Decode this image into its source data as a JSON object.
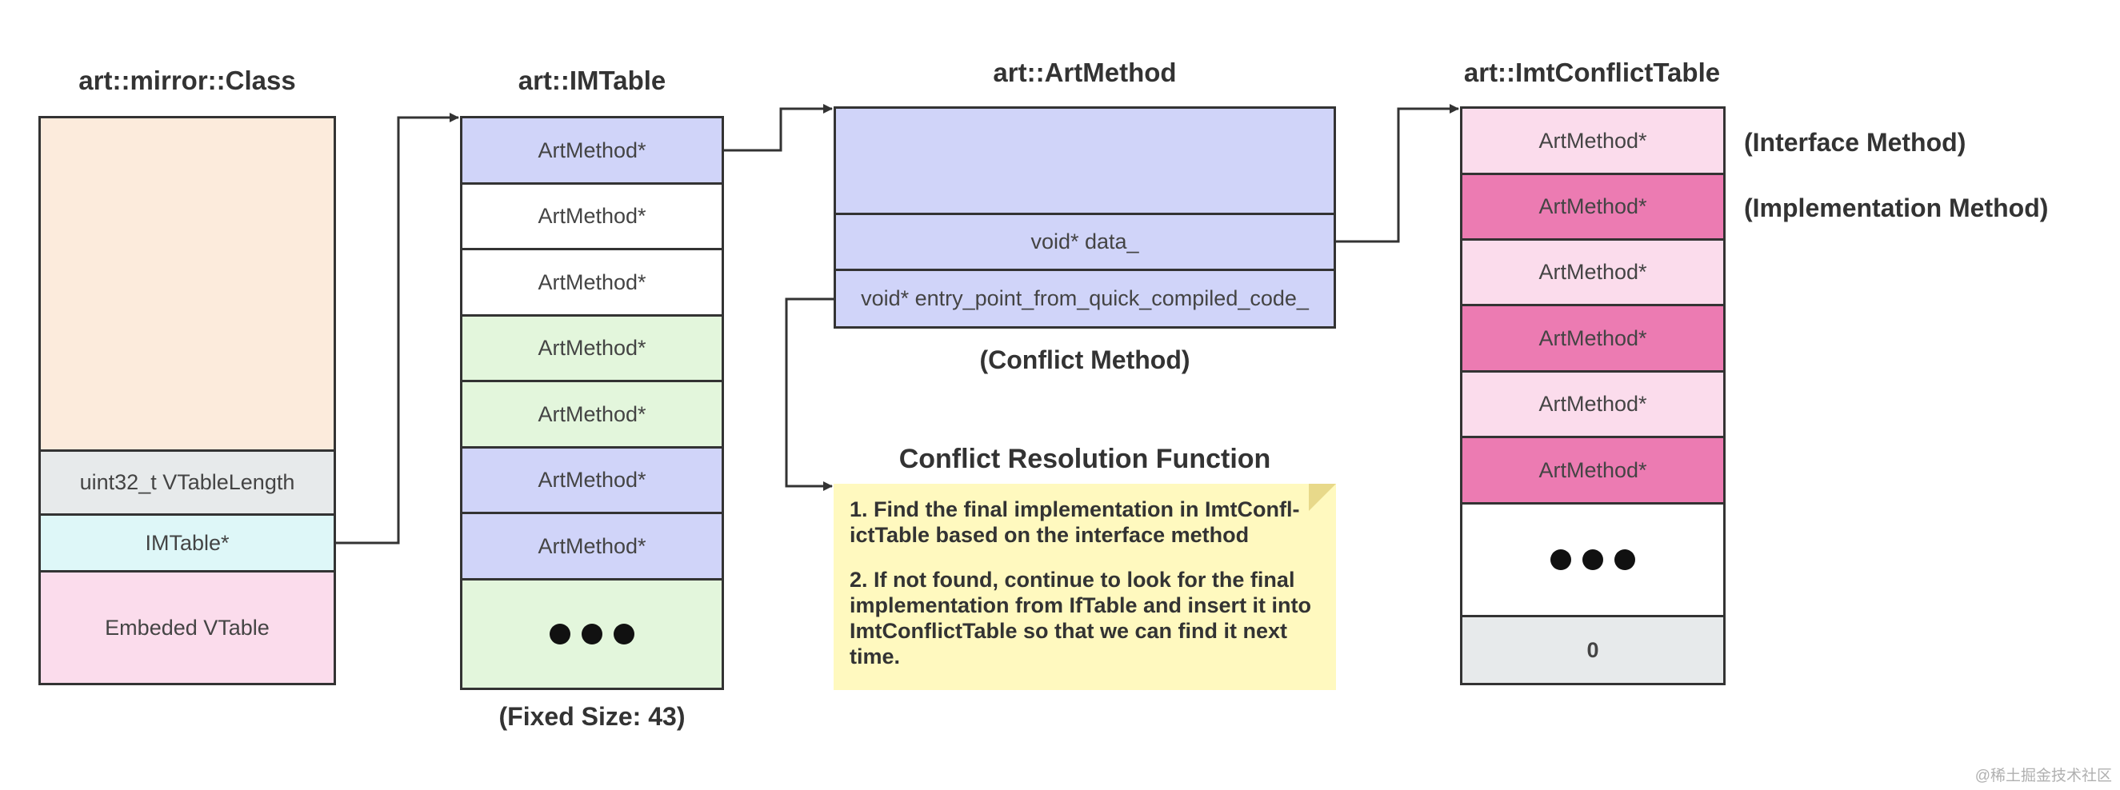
{
  "colors": {
    "peach": "#fcebdc",
    "gray": "#e7eaeb",
    "cyan": "#def7f8",
    "pink_light": "#fbdcec",
    "lavender": "#d0d4f9",
    "green_light": "#e3f6dc",
    "magenta": "#ec7bb2",
    "white": "#ffffff",
    "note_yellow": "#fff9bf"
  },
  "mirror_class": {
    "title": "art::mirror::Class",
    "cells": [
      {
        "label": "",
        "color": "peach"
      },
      {
        "label": "uint32_t VTableLength",
        "color": "gray"
      },
      {
        "label": "IMTable*",
        "color": "cyan"
      },
      {
        "label": "Embeded VTable",
        "color": "pink_light"
      }
    ]
  },
  "imtable": {
    "title": "art::IMTable",
    "cells": [
      {
        "label": "ArtMethod*",
        "color": "lavender"
      },
      {
        "label": "ArtMethod*",
        "color": "white"
      },
      {
        "label": "ArtMethod*",
        "color": "white"
      },
      {
        "label": "ArtMethod*",
        "color": "green_light"
      },
      {
        "label": "ArtMethod*",
        "color": "green_light"
      },
      {
        "label": "ArtMethod*",
        "color": "lavender"
      },
      {
        "label": "ArtMethod*",
        "color": "lavender"
      },
      {
        "label": "",
        "color": "green_light",
        "dots": true
      }
    ],
    "caption": "(Fixed Size: 43)"
  },
  "art_method": {
    "title": "art::ArtMethod",
    "cells": [
      {
        "label": "",
        "color": "lavender"
      },
      {
        "label": "void* data_",
        "color": "lavender"
      },
      {
        "label": "void* entry_point_from_quick_compiled_code_",
        "color": "lavender"
      }
    ],
    "caption": "(Conflict Method)"
  },
  "conflict_table": {
    "title": "art::ImtConflictTable",
    "cells": [
      {
        "label": "ArtMethod*",
        "color": "pink_light"
      },
      {
        "label": "ArtMethod*",
        "color": "magenta"
      },
      {
        "label": "ArtMethod*",
        "color": "pink_light"
      },
      {
        "label": "ArtMethod*",
        "color": "magenta"
      },
      {
        "label": "ArtMethod*",
        "color": "pink_light"
      },
      {
        "label": "ArtMethod*",
        "color": "magenta"
      },
      {
        "label": "",
        "color": "white",
        "dots": true
      },
      {
        "label": "0",
        "color": "gray"
      }
    ],
    "legend_interface": "(Interface Method)",
    "legend_implementation": "(Implementation Method)"
  },
  "resolution": {
    "title": "Conflict Resolution Function",
    "step1": "1. Find the final implementation in ImtConfl-ictTable based on the interface method",
    "step2": "2. If not found, continue to look for the final implementation from IfTable and insert it into ImtConflictTable so that we can find it next time."
  },
  "watermark": "@稀土掘金技术社区"
}
